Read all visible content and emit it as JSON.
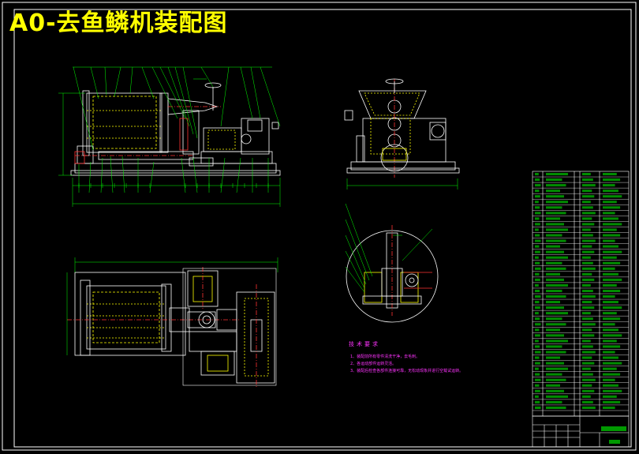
{
  "title": "A0-去鱼鳞机装配图",
  "tech_requirements": {
    "heading": "技术要求",
    "lines": [
      "1、装配前所有零件清洗干净，去毛刺。",
      "2、各运动部件运转灵活。",
      "3、装配后检查各部件连接可靠，无松动现象并进行空载试运转。"
    ]
  },
  "colors": {
    "background": "#000000",
    "frame": "#ffffff",
    "outline": "#ffffff",
    "dimension": "#00ff00",
    "hidden": "#ffff00",
    "leader": "#00ff00",
    "title_text": "#ffff00",
    "note_text": "#ff33ff",
    "table_text": "#00ff00",
    "center": "#ff3333"
  }
}
